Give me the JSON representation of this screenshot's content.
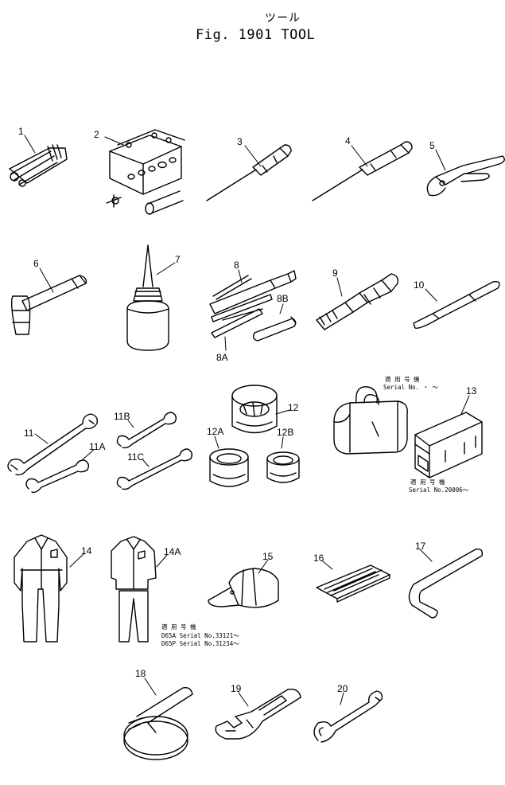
{
  "header": {
    "title_jp": "ツール",
    "title": "Fig. 1901  TOOL"
  },
  "labels": {
    "l1": "1",
    "l2": "2",
    "l3": "3",
    "l4": "4",
    "l5": "5",
    "l6": "6",
    "l7": "7",
    "l8": "8",
    "l8a": "8A",
    "l8b": "8B",
    "l9": "9",
    "l10": "10",
    "l11": "11",
    "l11a": "11A",
    "l11b": "11B",
    "l11c": "11C",
    "l12": "12",
    "l12a": "12A",
    "l12b": "12B",
    "l13": "13",
    "l14": "14",
    "l14a": "14A",
    "l15": "15",
    "l16": "16",
    "l17": "17",
    "l18": "18",
    "l19": "19",
    "l20": "20"
  },
  "notes": {
    "bag_applic": "適 用 号 機",
    "bag_serial": "Serial No.    ・   ～",
    "box_applic": "適 用 号 機",
    "box_serial": "Serial No.20006～",
    "suit_applic": "適 用 号 機",
    "suit_serial1": "D65A  Serial No.33121～",
    "suit_serial2": "D65P  Serial No.31234～"
  }
}
